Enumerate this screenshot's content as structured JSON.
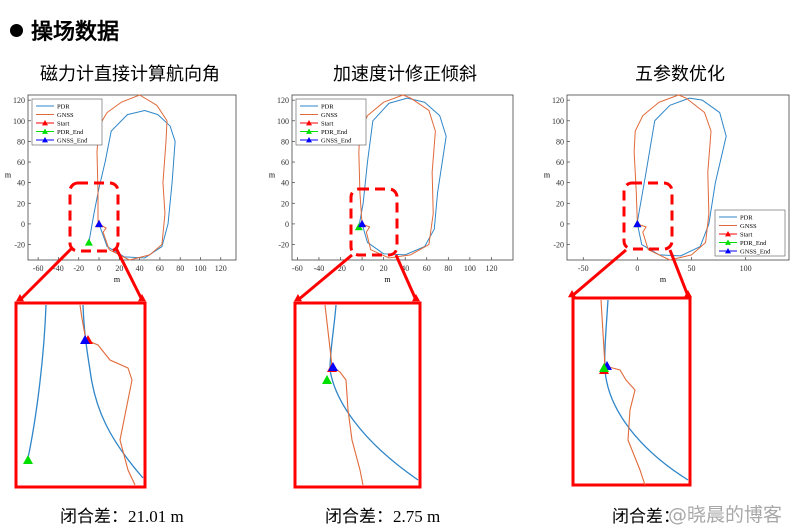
{
  "section_title": "操场数据",
  "panels": [
    {
      "title": "磁力计直接计算航向角",
      "closure_label": "闭合差：",
      "closure_value": "21.01 m"
    },
    {
      "title": "加速度计修正倾斜",
      "closure_label": "闭合差：",
      "closure_value": "2.75 m"
    },
    {
      "title": "五参数优化",
      "closure_label": "闭合差：",
      "closure_value": ""
    }
  ],
  "watermark": "@晓晨的博客",
  "colors": {
    "pdr": "#2f86c8",
    "gnss": "#e06a3a",
    "start": "#ff0000",
    "pdr_end": "#00e000",
    "gnss_end": "#0000ff",
    "highlight": "#ff0000"
  },
  "chart_data": [
    {
      "type": "line",
      "xlabel": "m",
      "ylabel": "m",
      "xlim": [
        -70,
        135
      ],
      "ylim": [
        -35,
        125
      ],
      "xticks": [
        -60,
        -40,
        -20,
        0,
        20,
        40,
        60,
        80,
        100,
        120
      ],
      "yticks": [
        -20,
        0,
        20,
        40,
        60,
        80,
        100,
        120
      ],
      "legend": "top-left",
      "legend_entries": [
        "PDR",
        "GNSS",
        "Start",
        "PDR_End",
        "GNSS_End"
      ],
      "series": [
        {
          "name": "PDR",
          "points": [
            [
              0,
              0
            ],
            [
              8,
              -22
            ],
            [
              25,
              -32
            ],
            [
              45,
              -33
            ],
            [
              62,
              -22
            ],
            [
              68,
              0
            ],
            [
              72,
              40
            ],
            [
              75,
              80
            ],
            [
              70,
              95
            ],
            [
              58,
              106
            ],
            [
              45,
              110
            ],
            [
              28,
              106
            ],
            [
              12,
              90
            ],
            [
              6,
              60
            ],
            [
              0,
              35
            ],
            [
              -5,
              10
            ],
            [
              -10,
              -18
            ]
          ]
        },
        {
          "name": "GNSS",
          "points": [
            [
              0,
              0
            ],
            [
              7,
              -4
            ],
            [
              4,
              -8
            ],
            [
              10,
              -25
            ],
            [
              30,
              -35
            ],
            [
              50,
              -30
            ],
            [
              62,
              -20
            ],
            [
              65,
              10
            ],
            [
              63,
              40
            ],
            [
              66,
              80
            ],
            [
              67,
              100
            ],
            [
              57,
              115
            ],
            [
              40,
              125
            ],
            [
              22,
              118
            ],
            [
              8,
              108
            ],
            [
              0,
              95
            ],
            [
              -2,
              70
            ],
            [
              -1,
              30
            ],
            [
              -1,
              3
            ],
            [
              0,
              0
            ]
          ]
        }
      ],
      "markers": {
        "Start": [
          0,
          0
        ],
        "PDR_End": [
          -10,
          -18
        ],
        "GNSS_End": [
          0,
          0
        ]
      }
    },
    {
      "type": "line",
      "xlabel": "m",
      "ylabel": "m",
      "xlim": [
        -65,
        140
      ],
      "ylim": [
        -35,
        125
      ],
      "xticks": [
        -60,
        -40,
        -20,
        0,
        20,
        40,
        60,
        80,
        100,
        120
      ],
      "yticks": [
        -20,
        0,
        20,
        40,
        60,
        80,
        100,
        120
      ],
      "legend": "top-left",
      "legend_entries": [
        "PDR",
        "GNSS",
        "Start",
        "PDR_End",
        "GNSS_End"
      ],
      "series": [
        {
          "name": "PDR",
          "points": [
            [
              0,
              0
            ],
            [
              5,
              -18
            ],
            [
              20,
              -29
            ],
            [
              40,
              -30
            ],
            [
              58,
              -22
            ],
            [
              67,
              -5
            ],
            [
              70,
              30
            ],
            [
              78,
              85
            ],
            [
              72,
              105
            ],
            [
              58,
              118
            ],
            [
              42,
              122
            ],
            [
              25,
              117
            ],
            [
              10,
              100
            ],
            [
              5,
              60
            ],
            [
              1,
              20
            ],
            [
              -3,
              -3
            ]
          ]
        },
        {
          "name": "GNSS",
          "points": [
            [
              0,
              0
            ],
            [
              7,
              -3
            ],
            [
              4,
              -8
            ],
            [
              8,
              -25
            ],
            [
              25,
              -33
            ],
            [
              45,
              -30
            ],
            [
              62,
              -20
            ],
            [
              66,
              10
            ],
            [
              65,
              50
            ],
            [
              68,
              90
            ],
            [
              62,
              110
            ],
            [
              45,
              122
            ],
            [
              38,
              125
            ],
            [
              20,
              118
            ],
            [
              5,
              105
            ],
            [
              -2,
              90
            ],
            [
              -3,
              70
            ],
            [
              -2,
              30
            ],
            [
              0,
              0
            ]
          ]
        }
      ],
      "markers": {
        "Start": [
          0,
          0
        ],
        "PDR_End": [
          -3,
          -3
        ],
        "GNSS_End": [
          0,
          0
        ]
      }
    },
    {
      "type": "line",
      "xlabel": "m",
      "ylabel": "m",
      "xlim": [
        -65,
        140
      ],
      "ylim": [
        -35,
        125
      ],
      "xticks": [
        -50,
        0,
        50,
        100
      ],
      "yticks": [
        -20,
        0,
        20,
        40,
        60,
        80,
        100,
        120
      ],
      "legend": "bottom-right",
      "legend_entries": [
        "PDR",
        "GNSS",
        "Start",
        "PDR_End",
        "GNSS_End"
      ],
      "series": [
        {
          "name": "PDR",
          "points": [
            [
              0,
              0
            ],
            [
              4,
              -20
            ],
            [
              20,
              -30
            ],
            [
              40,
              -31
            ],
            [
              58,
              -22
            ],
            [
              66,
              0
            ],
            [
              72,
              40
            ],
            [
              82,
              85
            ],
            [
              76,
              108
            ],
            [
              60,
              120
            ],
            [
              48,
              122
            ],
            [
              30,
              115
            ],
            [
              16,
              100
            ],
            [
              8,
              50
            ],
            [
              0,
              2
            ]
          ]
        },
        {
          "name": "GNSS",
          "points": [
            [
              0,
              0
            ],
            [
              8,
              -3
            ],
            [
              5,
              -8
            ],
            [
              10,
              -25
            ],
            [
              30,
              -35
            ],
            [
              50,
              -30
            ],
            [
              63,
              -18
            ],
            [
              66,
              10
            ],
            [
              65,
              50
            ],
            [
              68,
              90
            ],
            [
              62,
              108
            ],
            [
              45,
              122
            ],
            [
              38,
              125
            ],
            [
              20,
              118
            ],
            [
              5,
              105
            ],
            [
              -2,
              90
            ],
            [
              -3,
              70
            ],
            [
              -1,
              30
            ],
            [
              0,
              0
            ]
          ]
        }
      ],
      "markers": {
        "Start": [
          0,
          0
        ],
        "PDR_End": [
          0,
          0
        ],
        "GNSS_End": [
          0,
          0
        ]
      }
    }
  ]
}
